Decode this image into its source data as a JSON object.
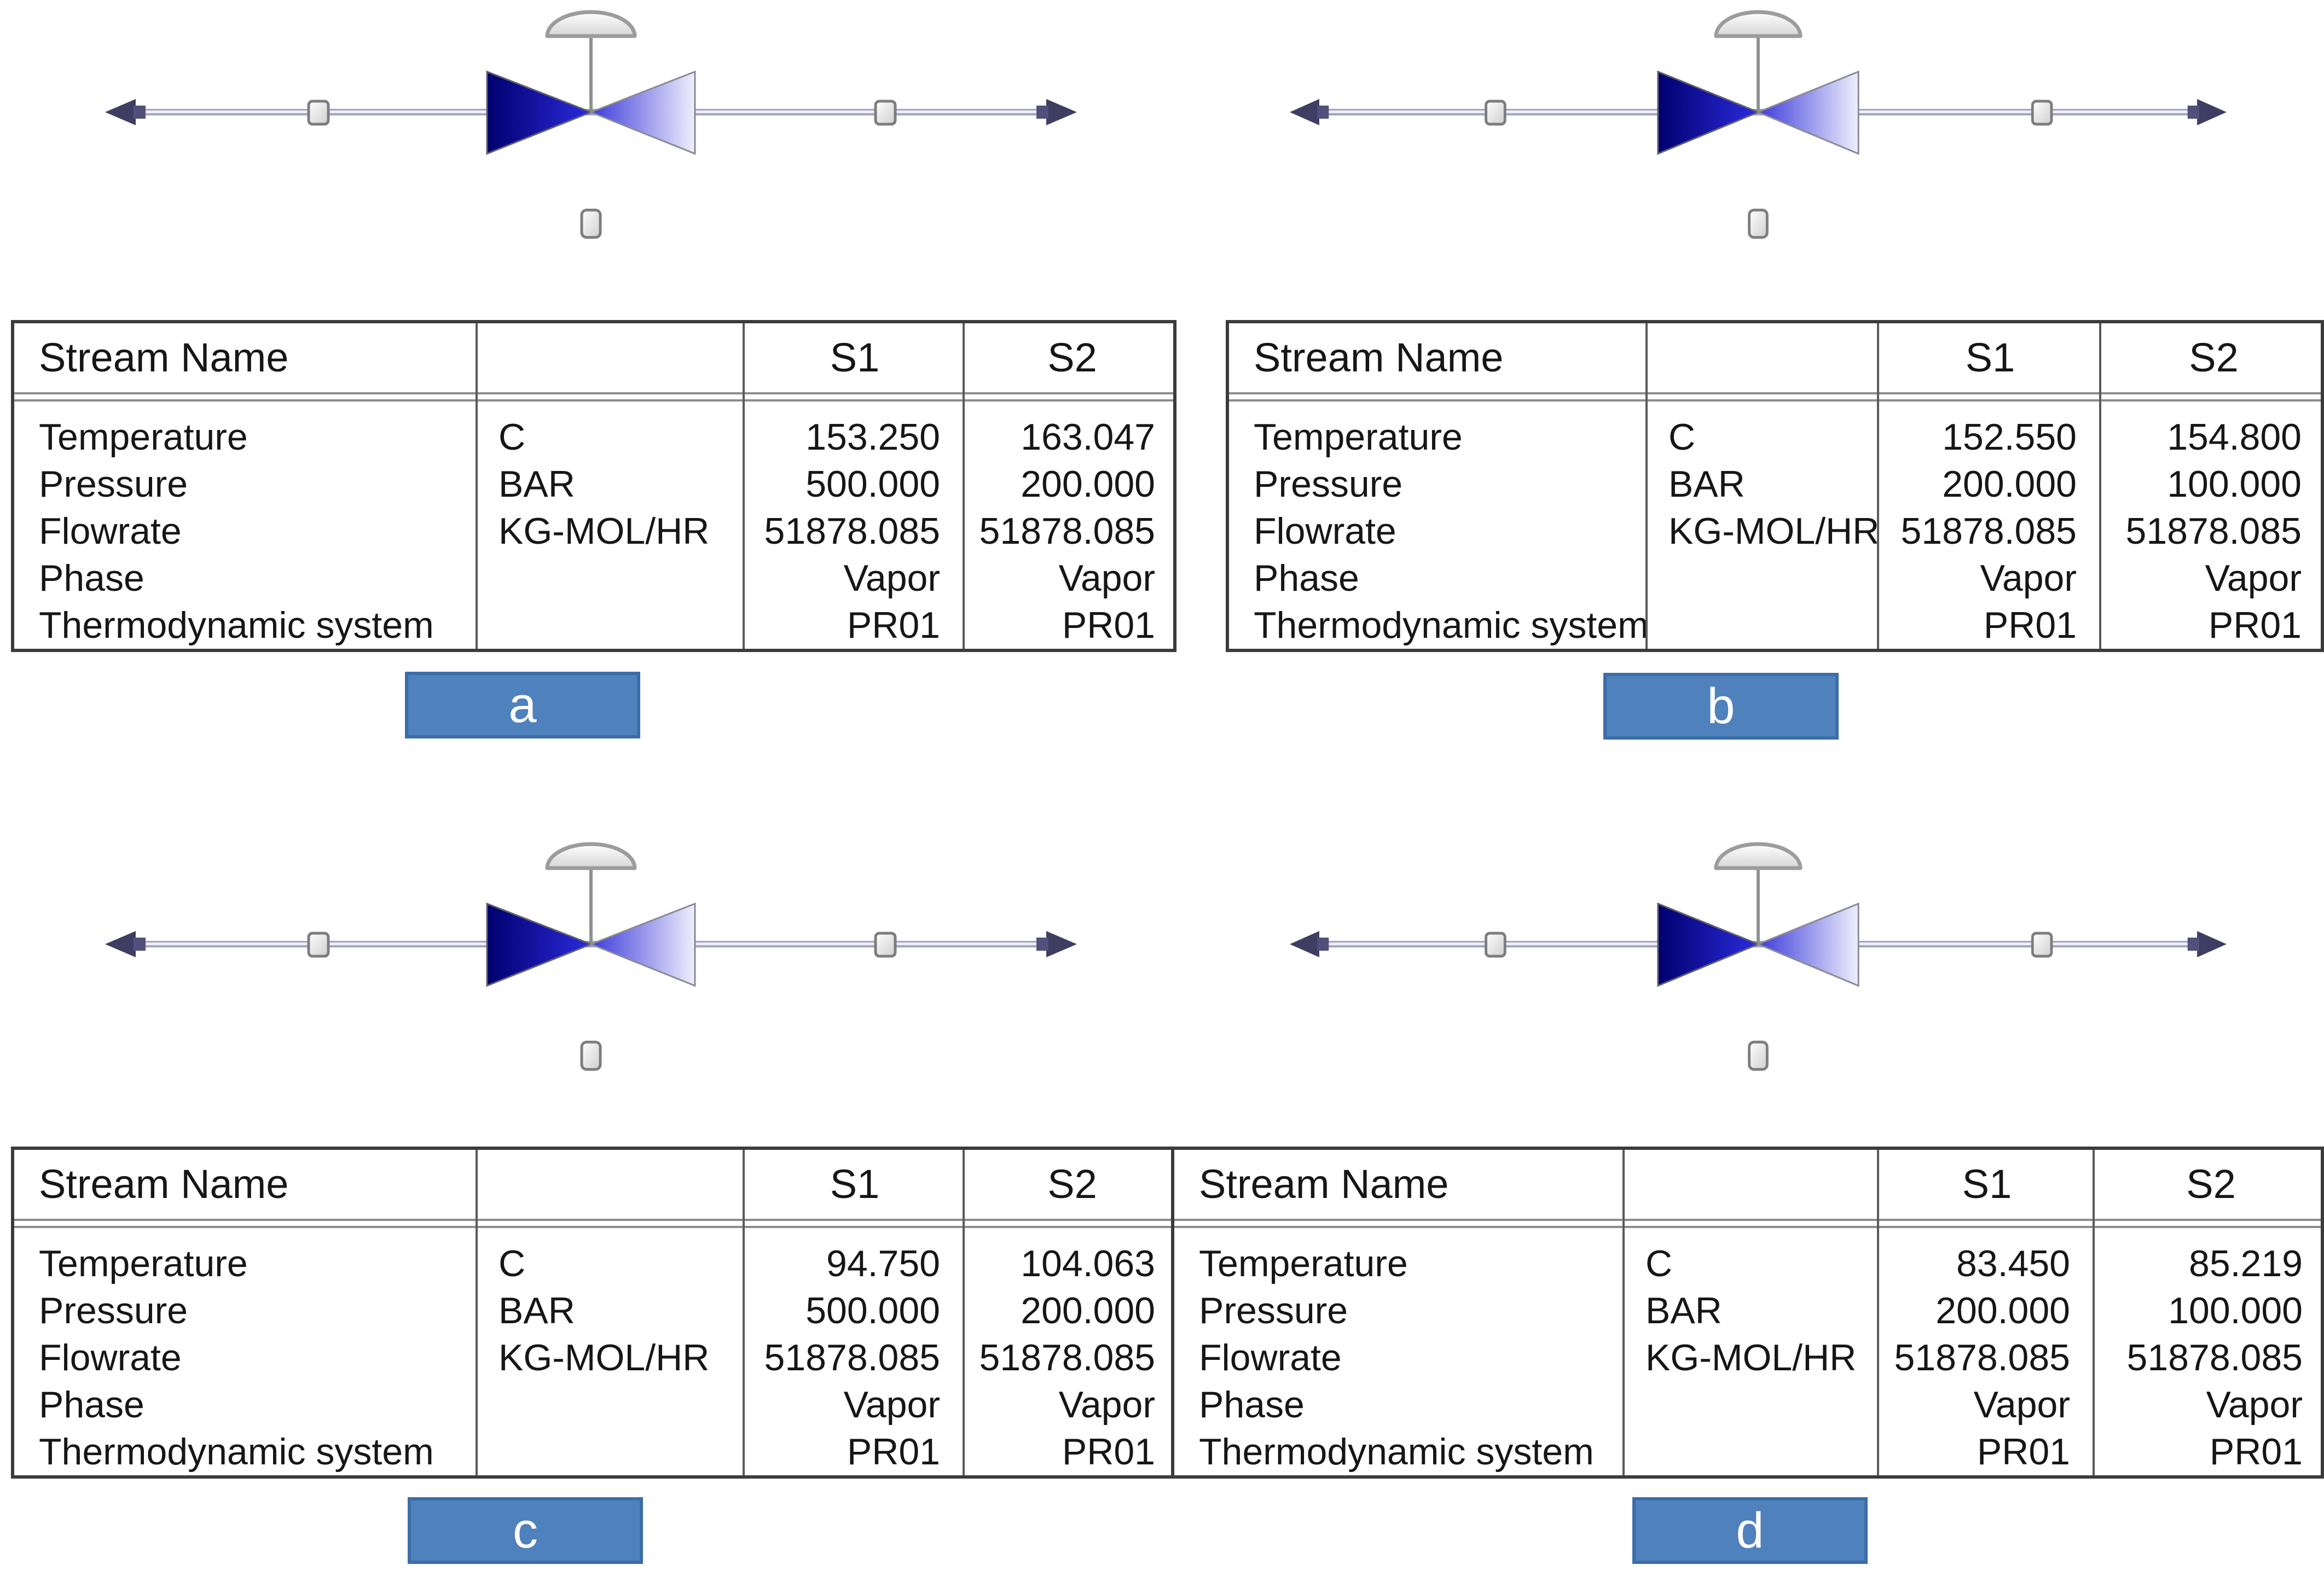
{
  "figure": {
    "type": "process-simulation flowsheet comparison, four throttling-valve cases",
    "accent_blue": "#4f81bd",
    "label_border_blue": "#3c6da8",
    "valve_dark_blue": "#00006e",
    "valve_light_blue": "#efeffc",
    "pipe_color": "#a3a3c2"
  },
  "icons": {
    "valve": "bowtie-valve-icon",
    "actuator": "dome-actuator-icon",
    "stream": "stream-line",
    "arrows": "stream-end-arrow-icons",
    "connectors": "connector-square-nodes"
  },
  "units": [
    {
      "label": "a",
      "table": {
        "header": {
          "name_col": "Stream Name",
          "unit_col": "",
          "s1": "S1",
          "s2": "S2"
        },
        "rows": [
          {
            "property": "Temperature",
            "unit": "C",
            "s1": "153.250",
            "s2": "163.047"
          },
          {
            "property": "Pressure",
            "unit": "BAR",
            "s1": "500.000",
            "s2": "200.000"
          },
          {
            "property": "Flowrate",
            "unit": "KG-MOL/HR",
            "s1": "51878.085",
            "s2": "51878.085"
          },
          {
            "property": "Phase",
            "unit": "",
            "s1": "Vapor",
            "s2": "Vapor"
          },
          {
            "property": "Thermodynamic system",
            "unit": "",
            "s1": "PR01",
            "s2": "PR01"
          }
        ]
      }
    },
    {
      "label": "b",
      "table": {
        "header": {
          "name_col": "Stream Name",
          "unit_col": "",
          "s1": "S1",
          "s2": "S2"
        },
        "rows": [
          {
            "property": "Temperature",
            "unit": "C",
            "s1": "152.550",
            "s2": "154.800"
          },
          {
            "property": "Pressure",
            "unit": "BAR",
            "s1": "200.000",
            "s2": "100.000"
          },
          {
            "property": "Flowrate",
            "unit": "KG-MOL/HR",
            "s1": "51878.085",
            "s2": "51878.085"
          },
          {
            "property": "Phase",
            "unit": "",
            "s1": "Vapor",
            "s2": "Vapor"
          },
          {
            "property": "Thermodynamic system",
            "unit": "",
            "s1": "PR01",
            "s2": "PR01"
          }
        ]
      }
    },
    {
      "label": "c",
      "table": {
        "header": {
          "name_col": "Stream Name",
          "unit_col": "",
          "s1": "S1",
          "s2": "S2"
        },
        "rows": [
          {
            "property": "Temperature",
            "unit": "C",
            "s1": "94.750",
            "s2": "104.063"
          },
          {
            "property": "Pressure",
            "unit": "BAR",
            "s1": "500.000",
            "s2": "200.000"
          },
          {
            "property": "Flowrate",
            "unit": "KG-MOL/HR",
            "s1": "51878.085",
            "s2": "51878.085"
          },
          {
            "property": "Phase",
            "unit": "",
            "s1": "Vapor",
            "s2": "Vapor"
          },
          {
            "property": "Thermodynamic system",
            "unit": "",
            "s1": "PR01",
            "s2": "PR01"
          }
        ]
      }
    },
    {
      "label": "d",
      "table": {
        "header": {
          "name_col": "Stream Name",
          "unit_col": "",
          "s1": "S1",
          "s2": "S2"
        },
        "rows": [
          {
            "property": "Temperature",
            "unit": "C",
            "s1": "83.450",
            "s2": "85.219"
          },
          {
            "property": "Pressure",
            "unit": "BAR",
            "s1": "200.000",
            "s2": "100.000"
          },
          {
            "property": "Flowrate",
            "unit": "KG-MOL/HR",
            "s1": "51878.085",
            "s2": "51878.085"
          },
          {
            "property": "Phase",
            "unit": "",
            "s1": "Vapor",
            "s2": "Vapor"
          },
          {
            "property": "Thermodynamic system",
            "unit": "",
            "s1": "PR01",
            "s2": "PR01"
          }
        ]
      }
    }
  ]
}
